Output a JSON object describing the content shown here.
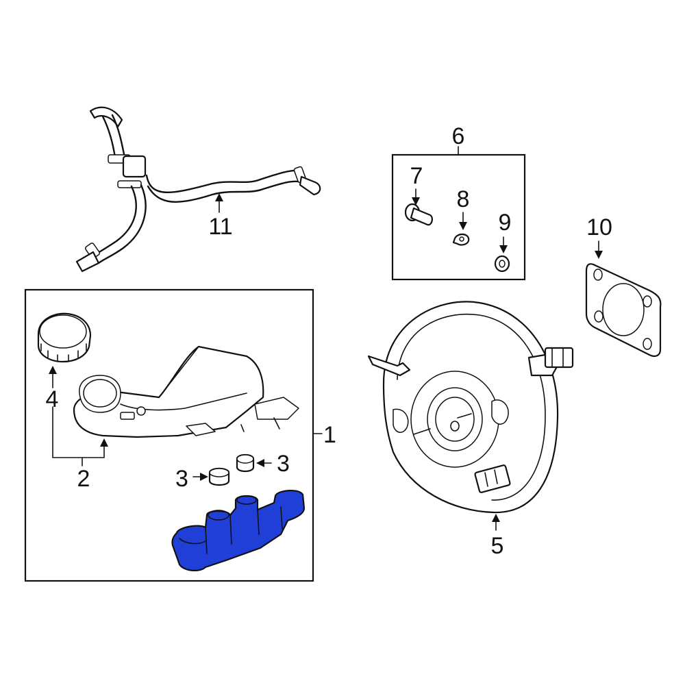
{
  "diagram": {
    "highlight_color": "#1f3fd6",
    "line_color": "#111111",
    "background": "#ffffff",
    "callouts": {
      "c1": "1",
      "c2": "2",
      "c3a": "3",
      "c3b": "3",
      "c4": "4",
      "c5": "5",
      "c6": "6",
      "c7": "7",
      "c8": "8",
      "c9": "9",
      "c10": "10",
      "c11": "11"
    },
    "parts": [
      {
        "callout": "1",
        "name": "master-cylinder-assembly-group"
      },
      {
        "callout": "2",
        "name": "brake-fluid-reservoir"
      },
      {
        "callout": "3",
        "name": "reservoir-grommet"
      },
      {
        "callout": "4",
        "name": "reservoir-cap"
      },
      {
        "callout": "5",
        "name": "brake-booster"
      },
      {
        "callout": "6",
        "name": "booster-hardware-kit"
      },
      {
        "callout": "7",
        "name": "clevis-pin"
      },
      {
        "callout": "8",
        "name": "clip"
      },
      {
        "callout": "9",
        "name": "washer"
      },
      {
        "callout": "10",
        "name": "booster-gasket"
      },
      {
        "callout": "11",
        "name": "vacuum-hose"
      }
    ],
    "highlighted_part": "master-cylinder"
  }
}
